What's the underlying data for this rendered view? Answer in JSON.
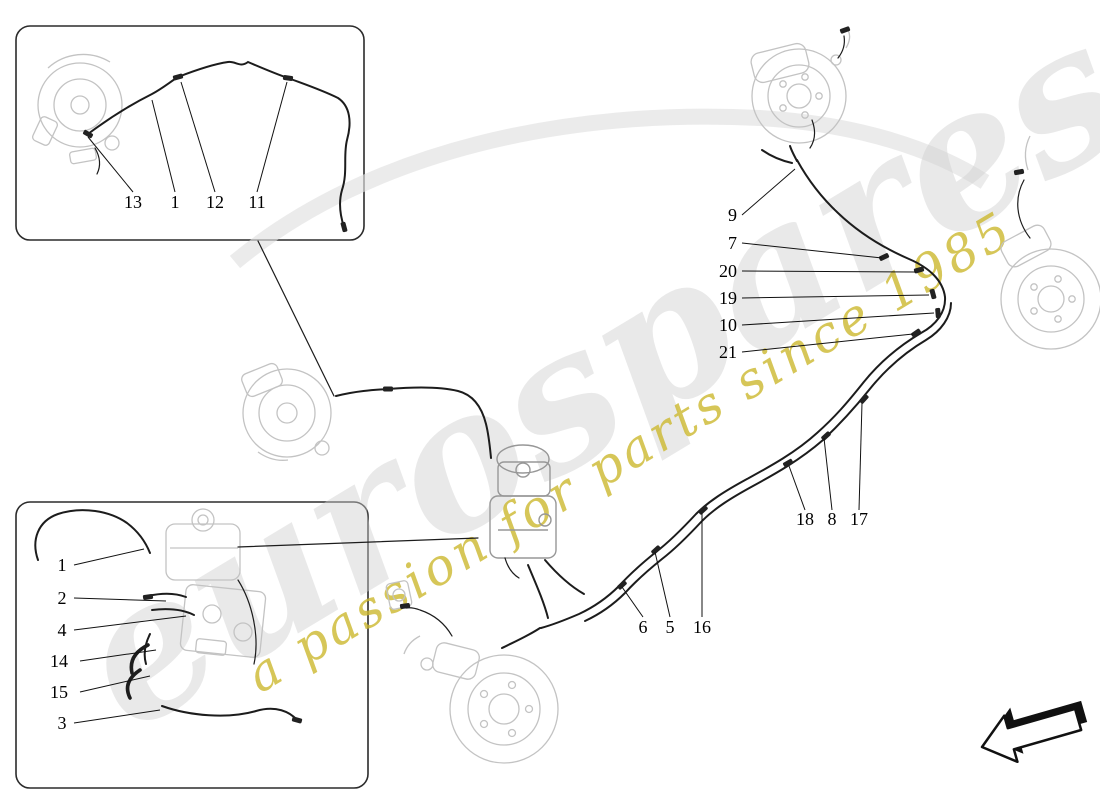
{
  "watermark": {
    "brand": "eurospares",
    "tagline": "a passion for parts since 1985"
  },
  "colors": {
    "watermark_gray": "#cfcfcf",
    "tagline_yellow": "#cdb92f",
    "diagram_line": "#1c1c1c",
    "component_gray": "#c3c3c3"
  },
  "callouts": {
    "top_inset": [
      "13",
      "1",
      "12",
      "11"
    ],
    "right_column": [
      "9",
      "7",
      "20",
      "19",
      "10",
      "21"
    ],
    "mid_row": [
      "18",
      "8",
      "17"
    ],
    "lower_row": [
      "6",
      "5",
      "16"
    ],
    "bottom_inset": [
      "1",
      "2",
      "4",
      "14",
      "15",
      "3"
    ]
  },
  "icons": {
    "direction_arrow": "front-direction-arrow"
  }
}
